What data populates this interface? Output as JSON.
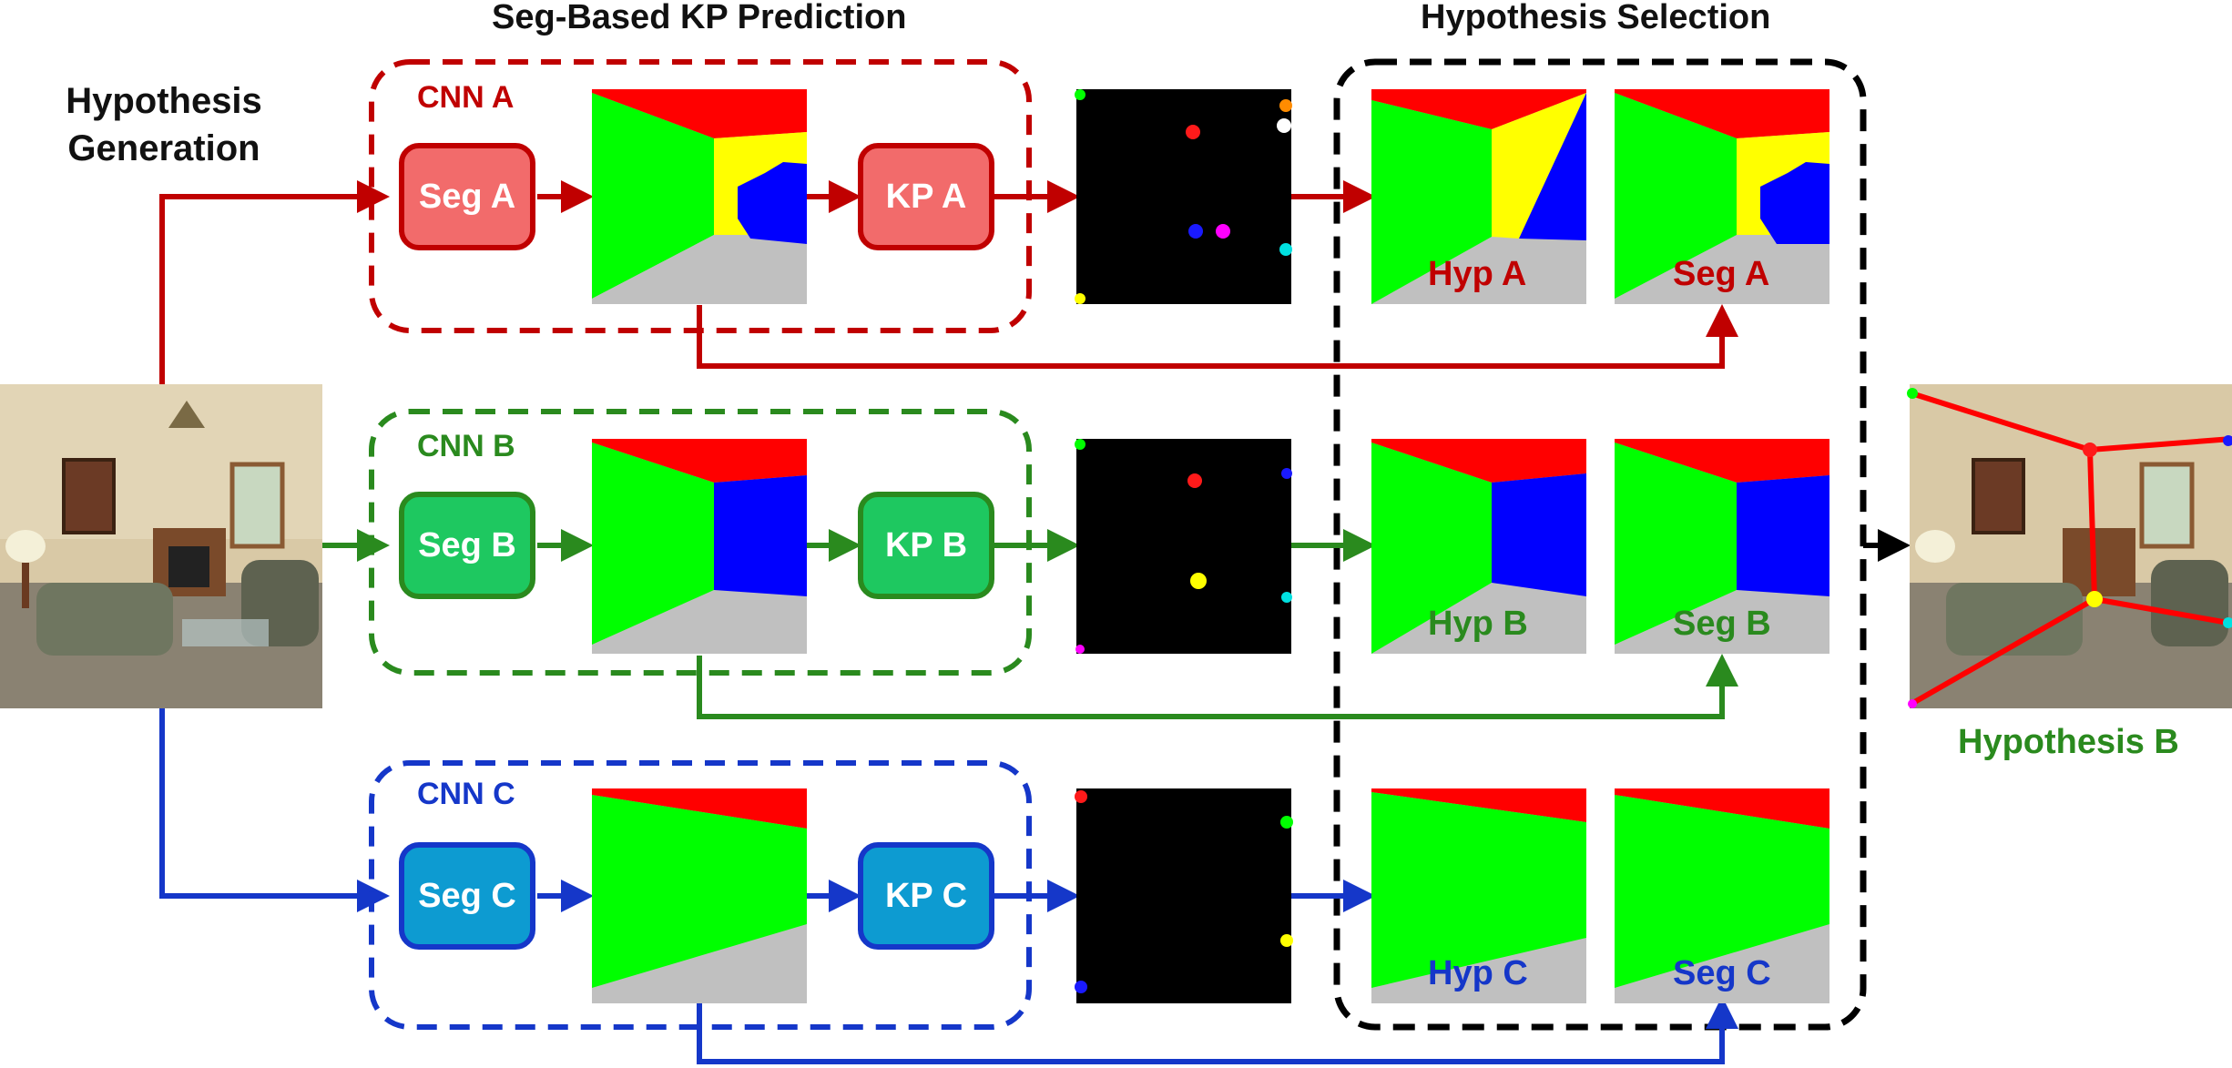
{
  "headings": {
    "hypothesis_generation": "Hypothesis\nGeneration",
    "seg_based_kp_prediction": "Seg-Based KP Prediction",
    "hypothesis_selection": "Hypothesis Selection",
    "result_label": "Hypothesis B"
  },
  "colors": {
    "red": "#c00000",
    "green": "#2a8a1e",
    "blue": "#1537c9",
    "seg_red": "#ff0000",
    "seg_green": "#00ff00",
    "seg_yellow": "#ffff00",
    "seg_blue": "#0000ff",
    "seg_gray": "#c0c0c0"
  },
  "rows": [
    {
      "id": "a",
      "cnn_label": "CNN A",
      "seg_label": "Seg A",
      "kp_label": "KP A",
      "hyp_label": "Hyp A",
      "seg_overlay_label": "Seg A",
      "color": "#c00000",
      "node_fill": "#f26b6b",
      "node_border": "#c00000"
    },
    {
      "id": "b",
      "cnn_label": "CNN B",
      "seg_label": "Seg B",
      "kp_label": "KP B",
      "hyp_label": "Hyp B",
      "seg_overlay_label": "Seg B",
      "color": "#2a8a1e",
      "node_fill": "#1ec860",
      "node_border": "#2a8a1e"
    },
    {
      "id": "c",
      "cnn_label": "CNN C",
      "seg_label": "Seg C",
      "kp_label": "KP C",
      "hyp_label": "Hyp C",
      "seg_overlay_label": "Seg C",
      "color": "#1537c9",
      "node_fill": "#0d9bd1",
      "node_border": "#1537c9"
    }
  ]
}
